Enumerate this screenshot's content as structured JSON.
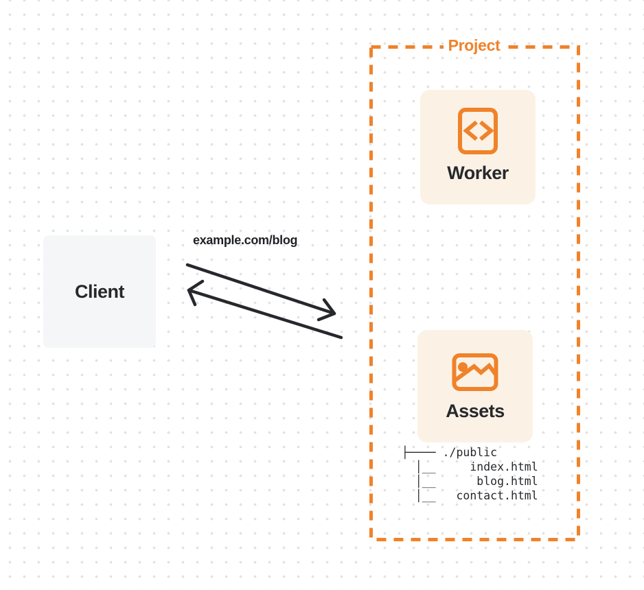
{
  "colors": {
    "accent_orange": "#F0822A",
    "panel_cream": "#FBF2E5",
    "client_gray": "#F5F6F7",
    "ink": "#26282C",
    "dot_gray": "#E1E2E4",
    "page_bg": "#FFFFFF"
  },
  "client": {
    "label": "Client"
  },
  "request": {
    "url_label": "example.com/blog"
  },
  "arrows": {
    "request": "client-to-project",
    "response": "project-to-client"
  },
  "project": {
    "title": "Project",
    "worker": {
      "label": "Worker",
      "icon": "code-file-icon"
    },
    "assets": {
      "label": "Assets",
      "icon": "image-icon",
      "file_tree": "├──── ./public\n  │__     index.html\n  │__      blog.html\n  │__   contact.html"
    }
  }
}
